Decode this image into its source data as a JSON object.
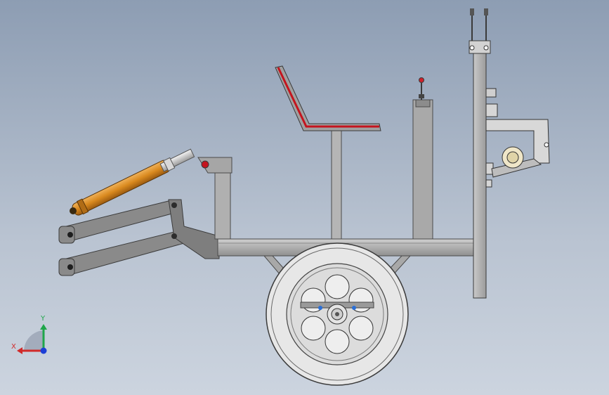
{
  "view": {
    "background_top": "#8d9db3",
    "background_bottom": "#ccd4df"
  },
  "triad": {
    "x_label": "X",
    "y_label": "Y",
    "x_color": "#d12a2a",
    "y_color": "#1fa64a",
    "z_color": "#1d3fd6"
  },
  "colors": {
    "frame": "#b4b4b4",
    "frame_dark": "#6c6c6c",
    "linkage": "#8a8a8a",
    "cylinder": "#d9891e",
    "seat_edge": "#c4141e",
    "tire": "#ededed"
  },
  "parts": [
    "hitch-linkage",
    "hydraulic-cylinder",
    "main-frame",
    "seat",
    "control-column",
    "wheel",
    "rear-mast",
    "side-arm"
  ]
}
